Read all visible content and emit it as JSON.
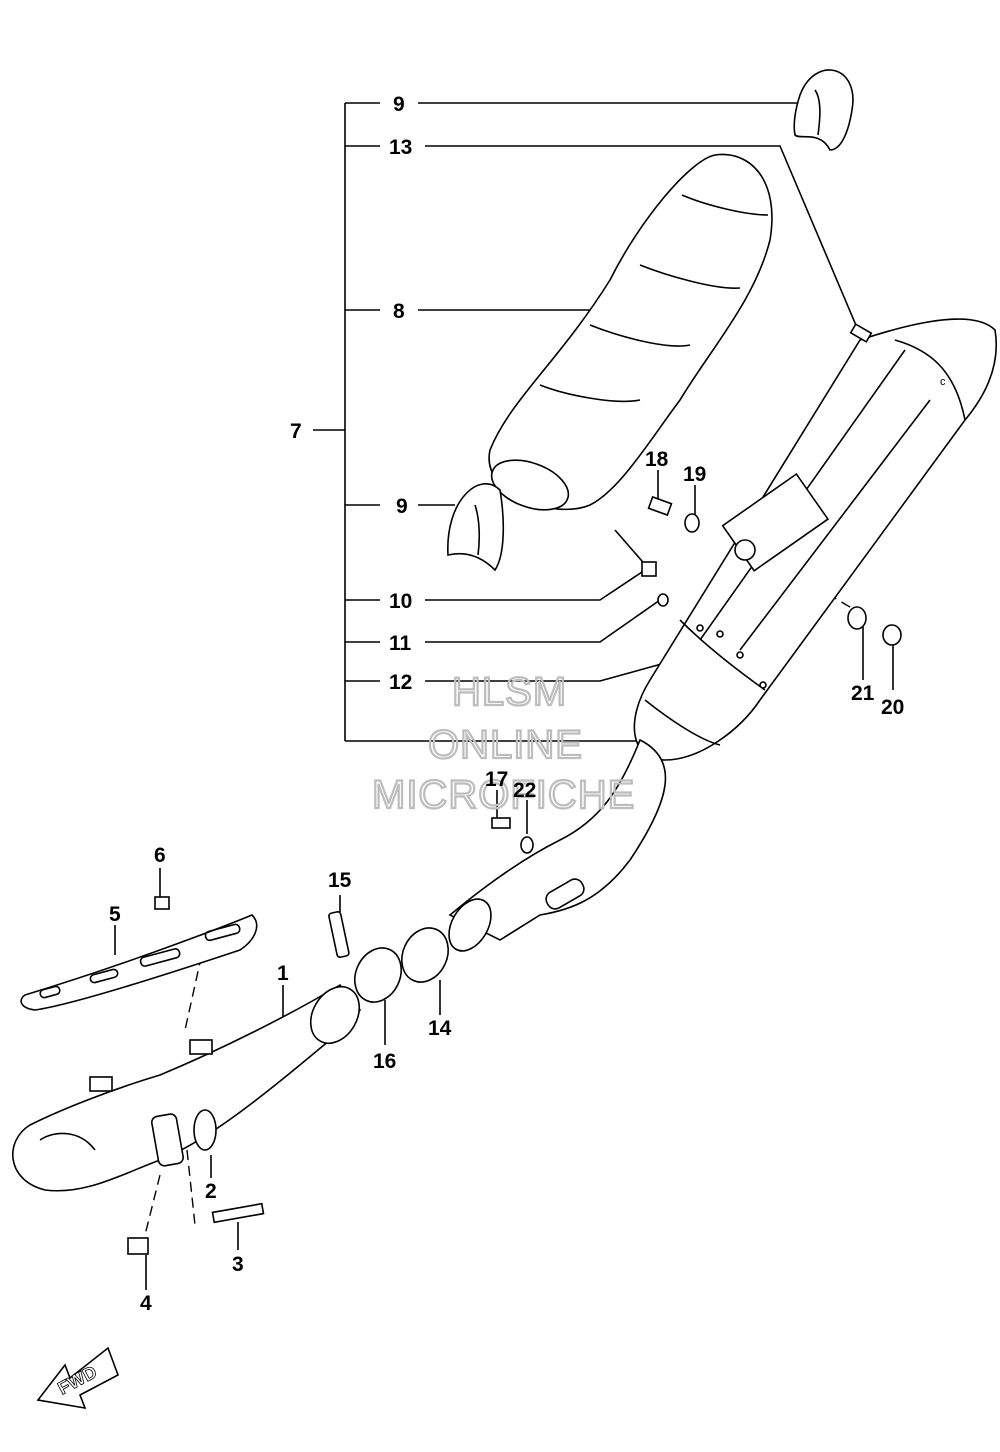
{
  "callouts": {
    "c1": "1",
    "c2": "2",
    "c3": "3",
    "c4": "4",
    "c5": "5",
    "c6": "6",
    "c7": "7",
    "c8": "8",
    "c9a": "9",
    "c9b": "9",
    "c10": "10",
    "c11": "11",
    "c12": "12",
    "c13": "13",
    "c14": "14",
    "c15": "15",
    "c16": "16",
    "c17": "17",
    "c18": "18",
    "c19": "19",
    "c20": "20",
    "c21": "21",
    "c22": "22"
  },
  "watermark": {
    "line1": "HLSM",
    "line2": "ONLINE",
    "line3": "MICROFICHE"
  },
  "fwd_label": "FWD",
  "muffler_mark": "c"
}
